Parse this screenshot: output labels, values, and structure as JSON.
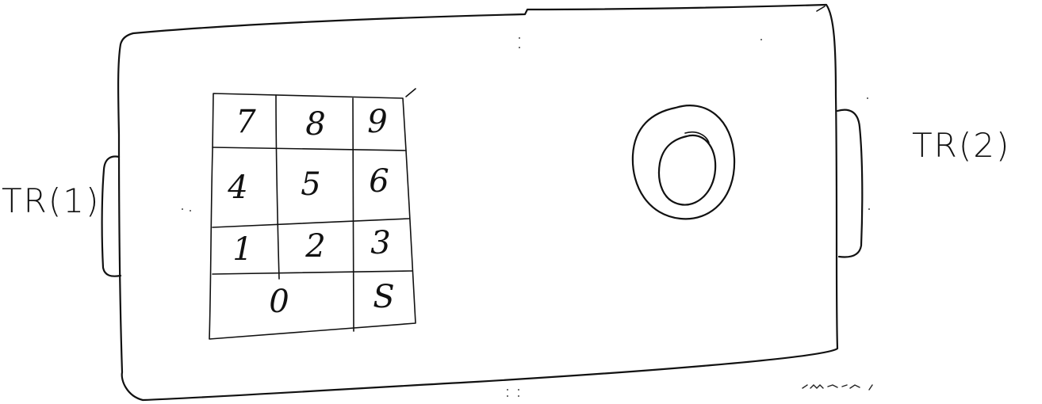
{
  "device": {
    "left_tab_label": "TR(1)",
    "right_tab_label": "TR(2)"
  },
  "keypad": {
    "rows": [
      [
        "7",
        "8",
        "9"
      ],
      [
        "4",
        "5",
        "6"
      ],
      [
        "1",
        "2",
        "3"
      ]
    ],
    "bottom_row": {
      "wide_key": "0",
      "right_key": "S"
    }
  },
  "dial": {
    "label": "O"
  }
}
